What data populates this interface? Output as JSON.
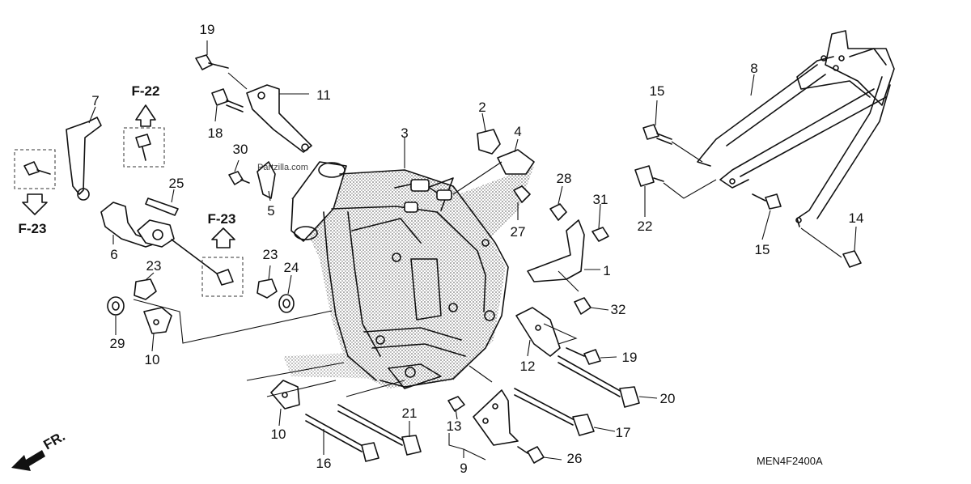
{
  "diagram": {
    "callouts": [
      {
        "id": "c-19a",
        "label": "19"
      },
      {
        "id": "c-11",
        "label": "11"
      },
      {
        "id": "c-18",
        "label": "18"
      },
      {
        "id": "c-7",
        "label": "7"
      },
      {
        "id": "c-30",
        "label": "30"
      },
      {
        "id": "c-25",
        "label": "25"
      },
      {
        "id": "c-6",
        "label": "6"
      },
      {
        "id": "c-5",
        "label": "5"
      },
      {
        "id": "c-23a",
        "label": "23"
      },
      {
        "id": "c-23b",
        "label": "23"
      },
      {
        "id": "c-24",
        "label": "24"
      },
      {
        "id": "c-29",
        "label": "29"
      },
      {
        "id": "c-10a",
        "label": "10"
      },
      {
        "id": "c-3",
        "label": "3"
      },
      {
        "id": "c-2",
        "label": "2"
      },
      {
        "id": "c-4",
        "label": "4"
      },
      {
        "id": "c-27",
        "label": "27"
      },
      {
        "id": "c-28",
        "label": "28"
      },
      {
        "id": "c-31",
        "label": "31"
      },
      {
        "id": "c-1",
        "label": "1"
      },
      {
        "id": "c-32",
        "label": "32"
      },
      {
        "id": "c-12",
        "label": "12"
      },
      {
        "id": "c-19b",
        "label": "19"
      },
      {
        "id": "c-20",
        "label": "20"
      },
      {
        "id": "c-17",
        "label": "17"
      },
      {
        "id": "c-13",
        "label": "13"
      },
      {
        "id": "c-9",
        "label": "9"
      },
      {
        "id": "c-26",
        "label": "26"
      },
      {
        "id": "c-21",
        "label": "21"
      },
      {
        "id": "c-16",
        "label": "16"
      },
      {
        "id": "c-10b",
        "label": "10"
      },
      {
        "id": "c-8",
        "label": "8"
      },
      {
        "id": "c-15a",
        "label": "15"
      },
      {
        "id": "c-22",
        "label": "22"
      },
      {
        "id": "c-15b",
        "label": "15"
      },
      {
        "id": "c-14",
        "label": "14"
      }
    ],
    "references": {
      "f22": "F-22",
      "f23_left": "F-23",
      "f23_mid": "F-23"
    },
    "front_label": "FR.",
    "diagram_code": "MEN4F2400A",
    "watermark": "Partzilla.com"
  }
}
